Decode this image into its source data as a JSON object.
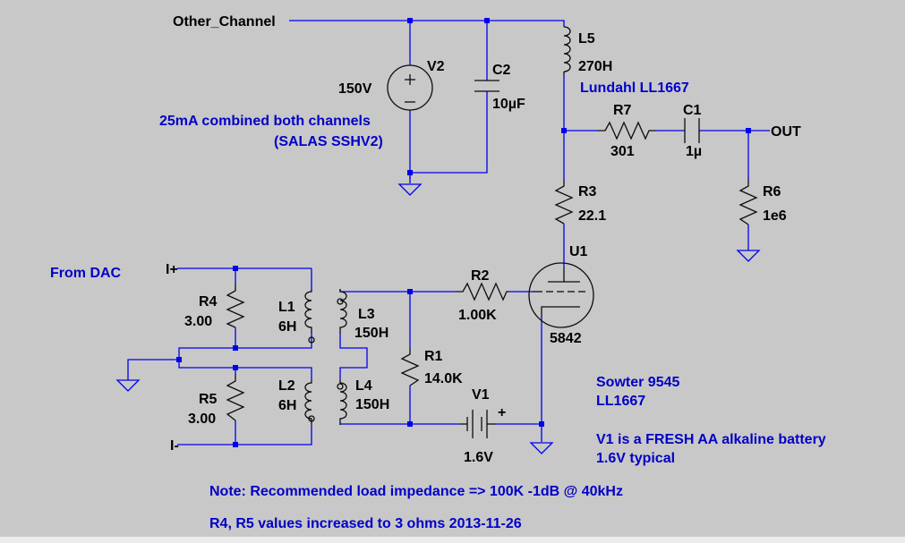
{
  "schematic": {
    "net_labels": {
      "other_channel": "Other_Channel",
      "out": "OUT",
      "i_plus": "I+",
      "i_minus": "I-"
    },
    "components": {
      "v2": {
        "ref": "V2",
        "value": "150V"
      },
      "c2": {
        "ref": "C2",
        "value": "10µF"
      },
      "l5": {
        "ref": "L5",
        "value": "270H"
      },
      "r7": {
        "ref": "R7",
        "value": "301"
      },
      "c1": {
        "ref": "C1",
        "value": "1µ"
      },
      "r6": {
        "ref": "R6",
        "value": "1e6"
      },
      "r3": {
        "ref": "R3",
        "value": "22.1"
      },
      "u1": {
        "ref": "U1",
        "value": "5842"
      },
      "r2": {
        "ref": "R2",
        "value": "1.00K"
      },
      "r4": {
        "ref": "R4",
        "value": "3.00"
      },
      "r5": {
        "ref": "R5",
        "value": "3.00"
      },
      "l1": {
        "ref": "L1",
        "value": "6H"
      },
      "l2": {
        "ref": "L2",
        "value": "6H"
      },
      "l3": {
        "ref": "L3",
        "value": "150H"
      },
      "l4": {
        "ref": "L4",
        "value": "150H"
      },
      "r1": {
        "ref": "R1",
        "value": "14.0K"
      },
      "v1": {
        "ref": "V1",
        "value": "1.6V"
      }
    },
    "notes": {
      "supply_line1": "25mA combined both channels",
      "supply_line2": "(SALAS SSHV2)",
      "lundahl": "Lundahl LL1667",
      "from_dac": "From DAC",
      "sowter_line1": "Sowter 9545",
      "sowter_line2": "LL1667",
      "battery_line1": "V1 is a FRESH AA alkaline battery",
      "battery_line2": "1.6V typical",
      "load_note": "Note: Recommended load impedance => 100K -1dB @ 40kHz",
      "revision_note": "R4, R5 values increased to 3 ohms 2013-11-26"
    },
    "colors": {
      "background": "#c8c8c8",
      "wire": "#0000ee",
      "part": "#0c0c0c",
      "annotation": "#0000c8"
    }
  }
}
